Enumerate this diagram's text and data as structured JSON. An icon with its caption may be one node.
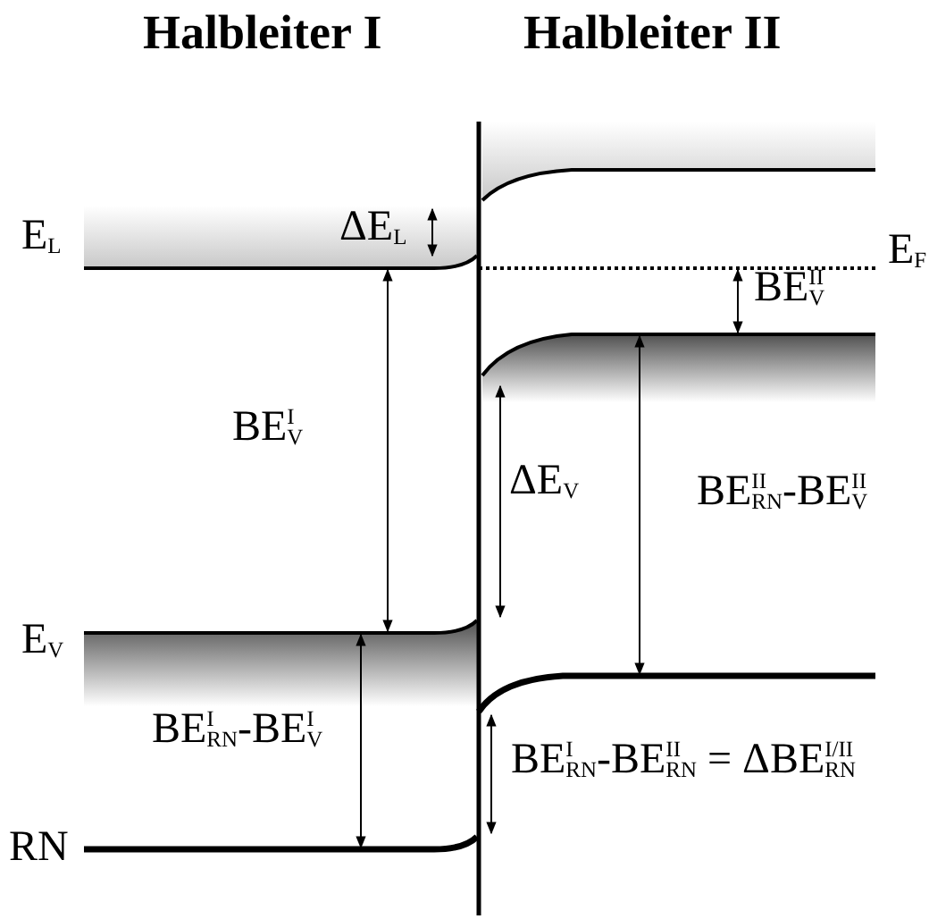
{
  "diagram": {
    "labels": [
      "Halbleiter I",
      "Halbleiter II",
      "E$_{L}$",
      "ΔE$_{L}$",
      "E$_{F}$",
      "BE$^{II}$$_{V}$",
      "BE$^{I}$$_{V}$",
      "ΔE$_{V}$",
      "BE$^{II}$$_{RN}$-BE$^{II}$$_{V}$",
      "E$_{V}$",
      "BE$^{I}$$_{RN}$-BE$^{I}$$_{V}$",
      "BE$^{I}$$_{RN}$-BE$^{II}$$_{RN}$ = ΔBE$^{I/II}$$_{RN}$",
      "RN"
    ]
  }
}
